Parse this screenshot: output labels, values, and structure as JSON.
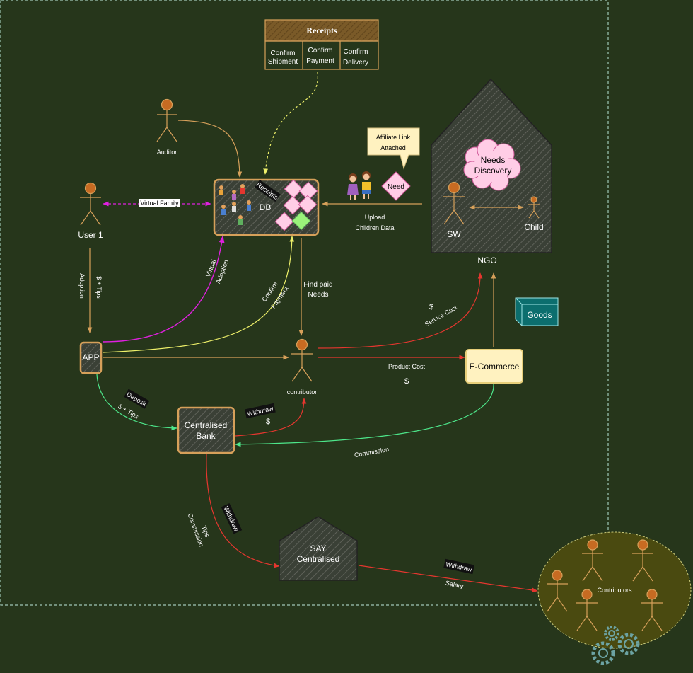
{
  "receipts": {
    "title": "Receipts",
    "items": [
      {
        "line1": "Confirm",
        "line2": "Shipment"
      },
      {
        "line1": "Confirm",
        "line2": "Payment"
      },
      {
        "line1": "Confirm",
        "line2": "Delivery"
      }
    ]
  },
  "actors": {
    "auditor": "Auditor",
    "user": "User 1",
    "contributor": "contributor",
    "sw": "SW",
    "child": "Child",
    "contributors": "Contributors"
  },
  "nodes": {
    "db": "DB",
    "db_receipts_tag": "Receipts",
    "app": "APP",
    "bank_line1": "Centralised",
    "bank_line2": "Bank",
    "say_line1": "SAY",
    "say_line2": "Centralised",
    "ecommerce": "E-Commerce",
    "goods": "Goods",
    "ngo": "NGO",
    "needs_line1": "Needs",
    "needs_line2": "Discovery",
    "need": "Need",
    "affiliate_line1": "Affiliate Link",
    "affiliate_line2": "Attached"
  },
  "edges": {
    "virtual_family": "Virtual Family",
    "adoption": "Adoption",
    "tips_top": "$ + Tips",
    "virtual_adoption_1": "Virtual",
    "virtual_adoption_2": "Adoption",
    "confirm_payment_1": "Confirm",
    "confirm_payment_2": "Payment",
    "find_paid_1": "Find paid",
    "find_paid_2": "Needs",
    "upload_1": "Upload",
    "upload_2": "Children Data",
    "service_cost_dollar": "$",
    "service_cost": "Service Cost",
    "product_cost": "Product Cost",
    "product_dollar": "$",
    "deposit": "Deposit",
    "deposit_tips": "$ + Tips",
    "withdraw_contrib": "Withdraw",
    "withdraw_dollar": "$",
    "commission": "Commission",
    "tips": "Tips",
    "commission_say": "Commission",
    "withdraw_say": "Withdraw",
    "withdraw_salary": "Withdraw",
    "salary": "Salary"
  },
  "colors": {
    "background": "#26361b",
    "frame": "#9fc7b7",
    "actor": "#c76b22",
    "flow": "#d6a05a",
    "magenta": "#e020e0",
    "yellow": "#eef06a",
    "red": "#e5362f",
    "green": "#4de68a",
    "pink": "#ffcde6",
    "cream": "#fff2c0",
    "goods": "#0c6e6e"
  }
}
